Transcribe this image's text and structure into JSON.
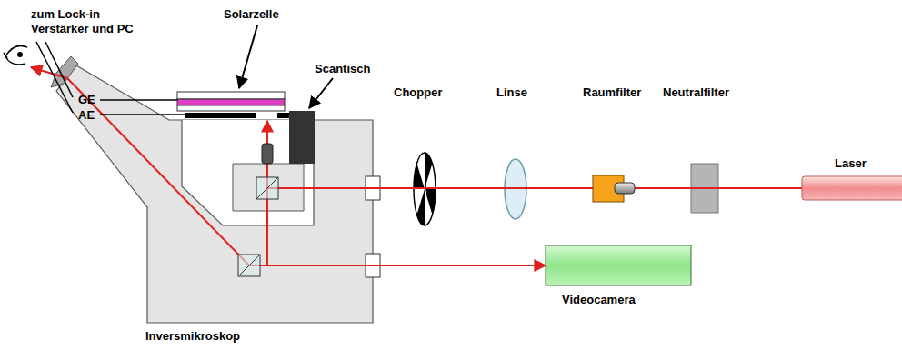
{
  "diagram": {
    "nodes": [
      {
        "text": [
          "Chopper"
        ]
      },
      {
        "text": [
          "Linse"
        ]
      },
      {
        "text": [
          "Raumfilter"
        ]
      },
      {
        "text": [
          "Neutralfilter"
        ]
      },
      {
        "text": [
          "Laser"
        ]
      },
      {
        "text": [
          "Videocamera"
        ]
      },
      {
        "text": [
          "Inversmikroskop"
        ]
      }
    ],
    "edges": [
      {
        "from": 4,
        "to": 3,
        "arrow": "none"
      },
      {
        "from": 3,
        "to": 2,
        "arrow": "none"
      },
      {
        "from": 2,
        "to": 1,
        "arrow": "none"
      },
      {
        "from": 1,
        "to": 0,
        "arrow": "none"
      },
      {
        "from": 0,
        "to": 6,
        "arrow": "none"
      },
      {
        "from": 6,
        "to": 5,
        "arrow": "to"
      }
    ],
    "labels": [
      "zum Lock-in Verstärker und PC",
      "Solarzelle",
      "Scantisch",
      "GE",
      "AE"
    ]
  }
}
